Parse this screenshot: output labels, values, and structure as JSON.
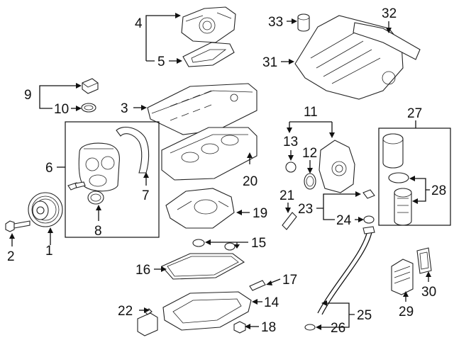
{
  "callouts": [
    {
      "id": "c1",
      "text": "1"
    },
    {
      "id": "c2",
      "text": "2"
    },
    {
      "id": "c3",
      "text": "3"
    },
    {
      "id": "c4",
      "text": "4"
    },
    {
      "id": "c5",
      "text": "5"
    },
    {
      "id": "c6",
      "text": "6"
    },
    {
      "id": "c7",
      "text": "7"
    },
    {
      "id": "c8",
      "text": "8"
    },
    {
      "id": "c9",
      "text": "9"
    },
    {
      "id": "c10",
      "text": "10"
    },
    {
      "id": "c11",
      "text": "11"
    },
    {
      "id": "c12",
      "text": "12"
    },
    {
      "id": "c13",
      "text": "13"
    },
    {
      "id": "c14",
      "text": "14"
    },
    {
      "id": "c15",
      "text": "15"
    },
    {
      "id": "c16",
      "text": "16"
    },
    {
      "id": "c17",
      "text": "17"
    },
    {
      "id": "c18",
      "text": "18"
    },
    {
      "id": "c19",
      "text": "19"
    },
    {
      "id": "c20",
      "text": "20"
    },
    {
      "id": "c21",
      "text": "21"
    },
    {
      "id": "c22",
      "text": "22"
    },
    {
      "id": "c23",
      "text": "23"
    },
    {
      "id": "c24",
      "text": "24"
    },
    {
      "id": "c25",
      "text": "25"
    },
    {
      "id": "c26",
      "text": "26"
    },
    {
      "id": "c27",
      "text": "27"
    },
    {
      "id": "c28",
      "text": "28"
    },
    {
      "id": "c29",
      "text": "29"
    },
    {
      "id": "c30",
      "text": "30"
    },
    {
      "id": "c31",
      "text": "31"
    },
    {
      "id": "c32",
      "text": "32"
    },
    {
      "id": "c33",
      "text": "33"
    }
  ]
}
